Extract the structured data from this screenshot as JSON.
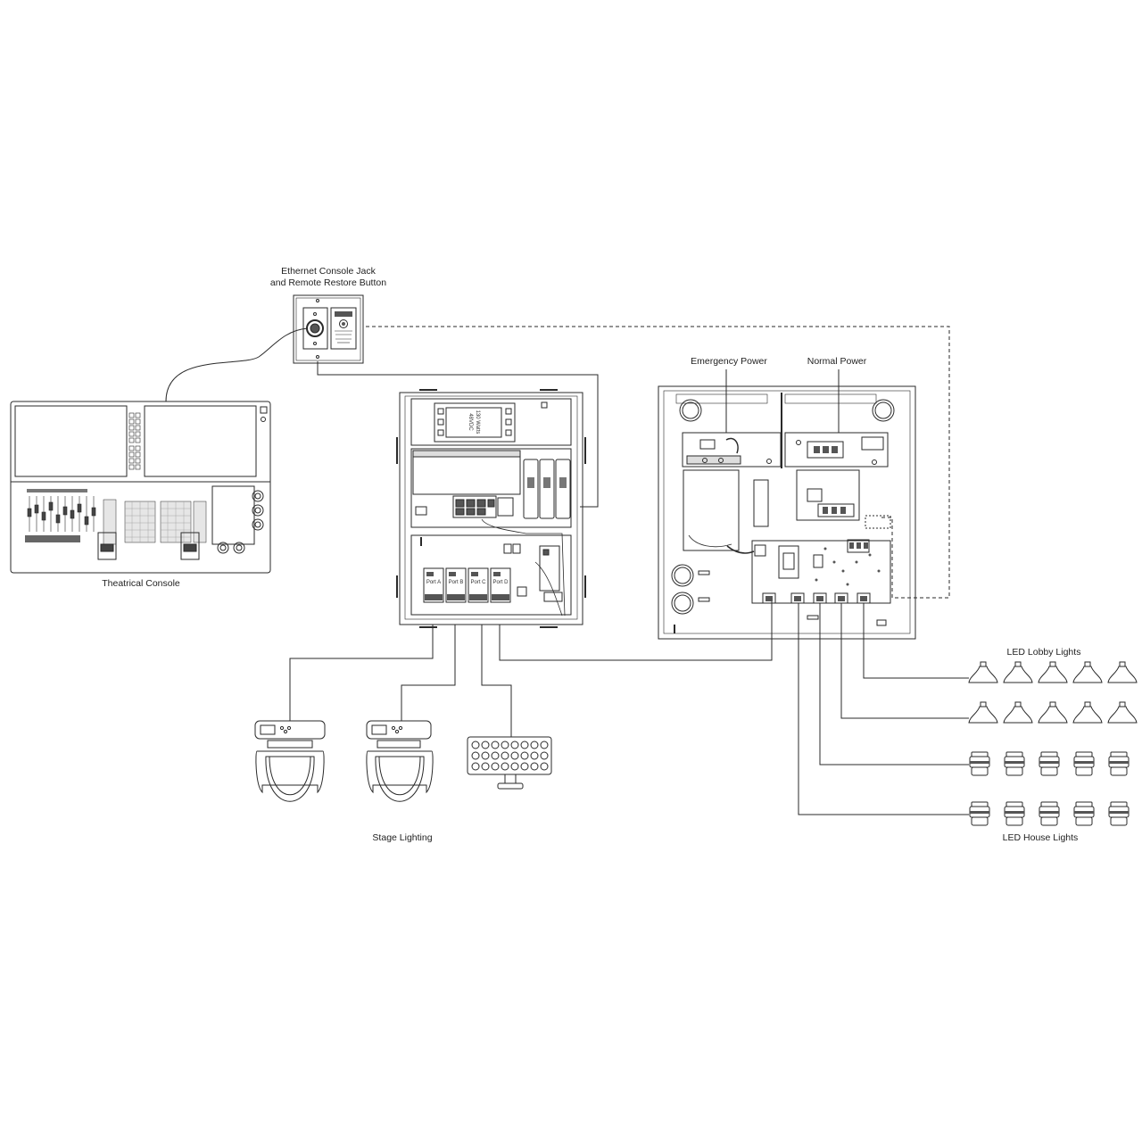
{
  "labels": {
    "jack_line1": "Ethernet Console Jack",
    "jack_line2": "and Remote Restore Button",
    "console": "Theatrical Console",
    "emergency": "Emergency Power",
    "normal": "Normal Power",
    "stage": "Stage Lighting",
    "lobby": "LED Lobby Lights",
    "house": "LED House Lights"
  },
  "rack": {
    "psu_line1": "48VDC",
    "psu_line2": "130 Watts",
    "ports": [
      "Port A",
      "Port B",
      "Port C",
      "Port D"
    ]
  },
  "colors": {
    "stroke": "#2a2a2a",
    "fill": "#ffffff",
    "shade": "#e8e8e8",
    "dark": "#555555"
  }
}
